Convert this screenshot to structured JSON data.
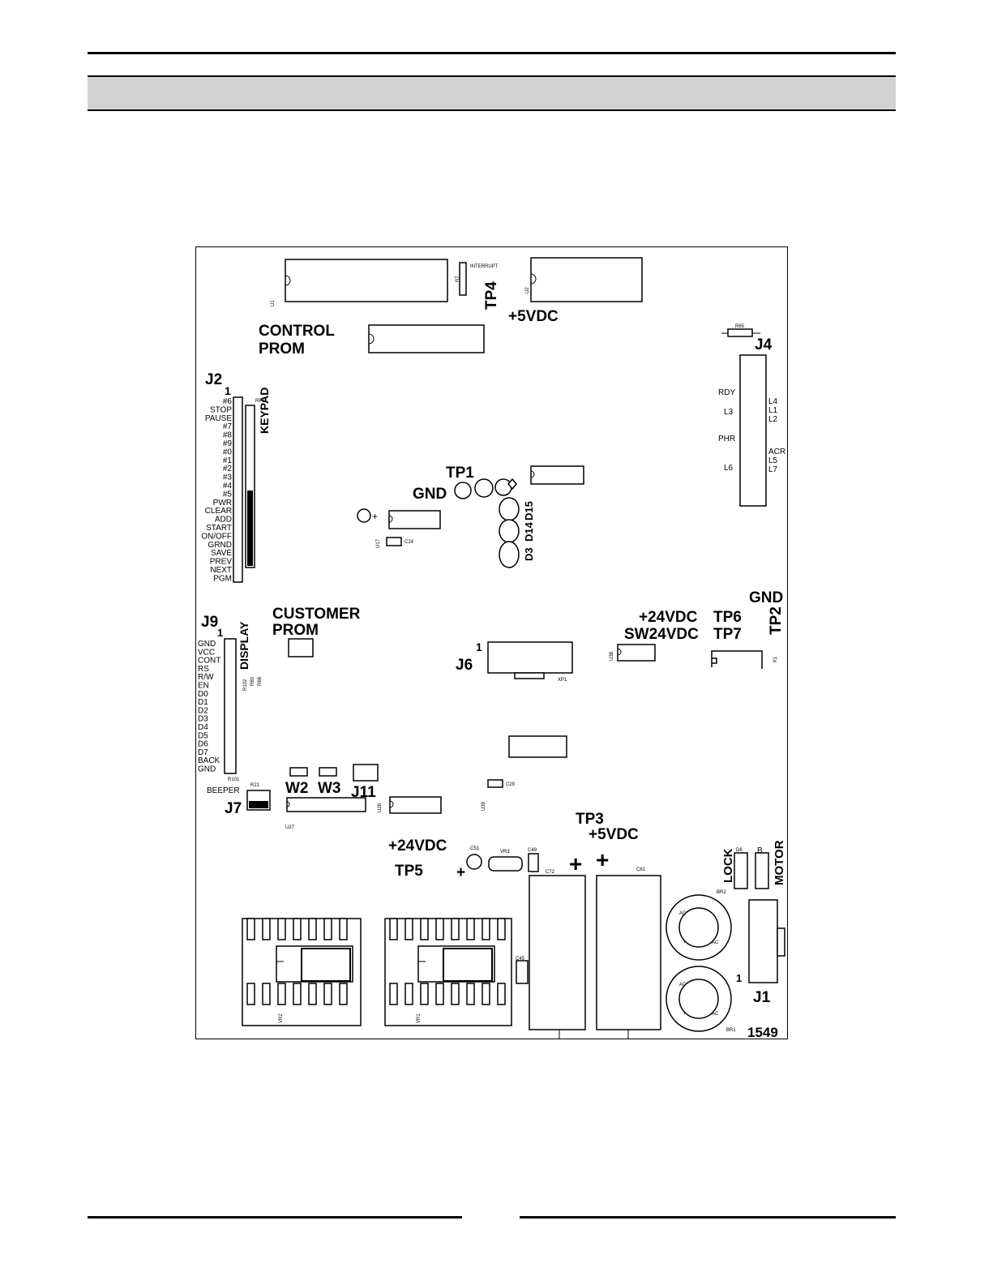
{
  "diagram": {
    "labels": {
      "control_prom": [
        "CONTROL",
        "PROM"
      ],
      "customer_prom": [
        "CUSTOMER",
        "PROM"
      ],
      "tp4": "TP4",
      "plus5vdc_top": "+5VDC",
      "j4": "J4",
      "j2": "J2",
      "j2_pin1": "1",
      "keypad": "KEYPAD",
      "tp1": "TP1",
      "gnd_mid": "GND",
      "d14": "D14",
      "d15": "D15",
      "d3": "D3",
      "j9": "J9",
      "j9_pin1": "1",
      "display": "DISPLAY",
      "j6": "J6",
      "j6_pin1": "1",
      "plus24vdc_right": "+24VDC",
      "sw24vdc": "SW24VDC",
      "tp6": "TP6",
      "tp7": "TP7",
      "gnd_right": "GND",
      "tp2": "TP2",
      "beeper": "BEEPER",
      "j7": "J7",
      "w2": "W2",
      "w3": "W3",
      "j11": "J11",
      "plus24vdc_bottom": "+24VDC",
      "tp5": "TP5",
      "tp3": "TP3",
      "plus5vdc_bottom": "+5VDC",
      "lock": "LOCK",
      "motor": "MOTOR",
      "j1": "J1",
      "j1_pin1": "1",
      "board_number": "1549",
      "plus_sign": "+"
    },
    "keypad_pins": [
      "#6",
      "STOP",
      "PAUSE",
      "#7",
      "#8",
      "#9",
      "#0",
      "#1",
      "#2",
      "#3",
      "#4",
      "#5",
      "PWR",
      "CLEAR",
      "ADD",
      "START",
      "ON/OFF",
      "GRND",
      "SAVE",
      "PREV",
      "NEXT",
      "PGM"
    ],
    "display_pins": [
      "GND",
      "VCC",
      "CONT",
      "RS",
      "R/W",
      "EN",
      "D0",
      "D1",
      "D2",
      "D3",
      "D4",
      "D5",
      "D6",
      "D7",
      "BACK",
      "GND"
    ],
    "j4_left_pins": [
      "RDY",
      "L3",
      "PHR",
      "L6"
    ],
    "j4_right_pins": [
      "L4",
      "L1",
      "L2",
      "ACR",
      "L5",
      "L7"
    ],
    "silkscreen": {
      "u1": "U1",
      "r7": "R7",
      "interrupt": "INTERRUPT",
      "u2": "U2",
      "r65": "R65",
      "rp2": "RP2",
      "u17": "U17",
      "c24": "C24",
      "xp1": "XP1",
      "u38": "U38",
      "k1": "K1",
      "r102": "R102",
      "r60": "R60",
      "r68": "R68",
      "r101": "R101",
      "r21": "R21",
      "u26": "U26",
      "c29": "C29",
      "u39": "U39",
      "u27": "U27",
      "c51": "C51",
      "vr3": "VR3",
      "c49": "C49",
      "c72": "C72",
      "c61": "C61",
      "d8": "D8",
      "b": "B",
      "br2": "BR2",
      "c45": "C45",
      "vr2": "VR2",
      "vr1": "VR1",
      "br1": "BR1",
      "ac": "AC",
      "minus": "-",
      "plus": "+"
    }
  }
}
